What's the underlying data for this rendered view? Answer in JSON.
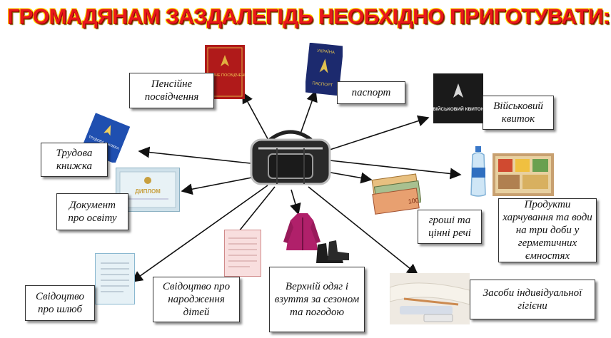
{
  "title": "ГРОМАДЯНАМ ЗАЗДАЛЕГІДЬ НЕОБХІДНО ПРИГОТУВАТИ:",
  "items": {
    "pension": "Пенсійне посвідчення",
    "passport": "паспорт",
    "military": "Військовий квиток",
    "workbook": "Трудова книжка",
    "education": "Документ про освіту",
    "food": "Продукти харчування та води на три доби у герметичних ємностях",
    "money": "гроші та цінні речі",
    "marriage": "Свідоцтво про шлюб",
    "birth": "Свідоцтво про народження дітей",
    "clothes": "Верхній одяг і взуття за сезоном та погодою",
    "hygiene": "Засоби індивідуальної гігієни"
  },
  "picture_text": {
    "pension_doc": "ПЕНСІЙНЕ ПОСВІДЧЕННЯ",
    "passport_doc_top": "УКРАЇНА",
    "passport_doc_bottom": "ПАСПОРТ",
    "military_doc": "ВІЙСЬКОВИЙ КВИТОК",
    "workbook_doc": "ТРУДОВА КНИЖКА",
    "diploma_doc": "ДИПЛОМ"
  },
  "colors": {
    "title_fill": "#e8181c",
    "title_outline": "#ffe100",
    "pension_cover": "#b01a1a",
    "passport_cover": "#1c2a6e",
    "military_cover": "#1a1a1a",
    "workbook_cover": "#1f4fb0",
    "bag": "#2a2a2a"
  }
}
